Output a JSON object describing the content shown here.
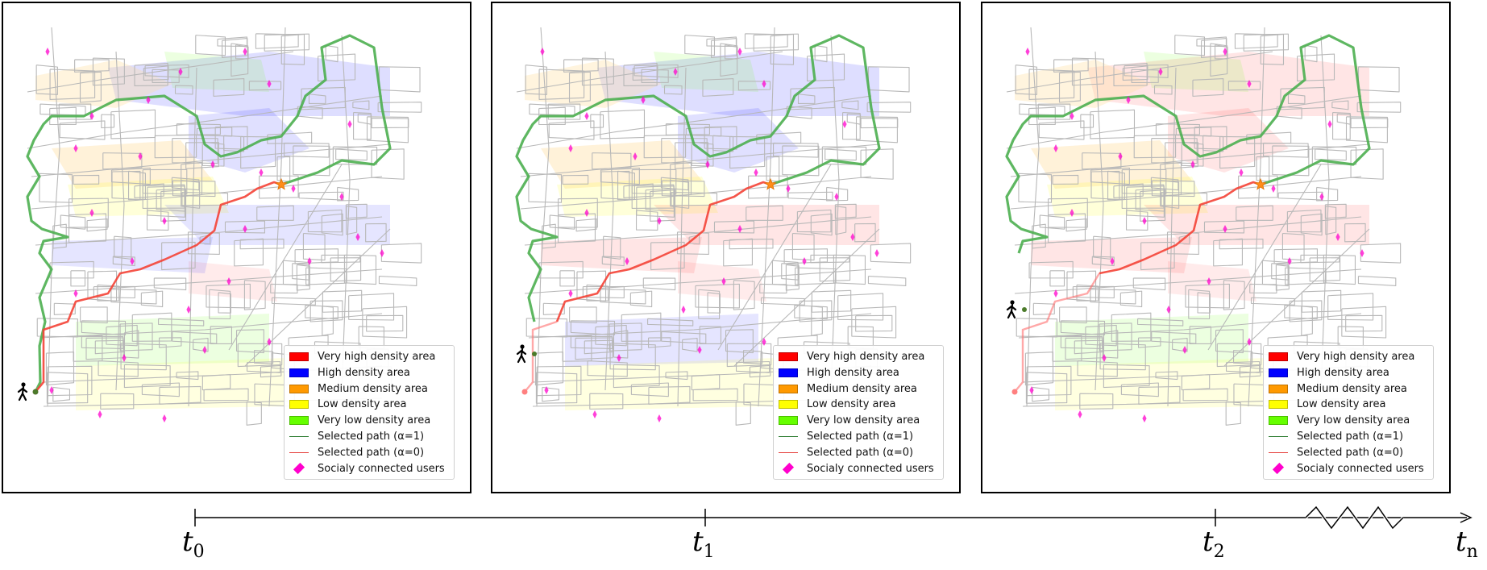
{
  "panels": [
    {
      "id": "t0"
    },
    {
      "id": "t1"
    },
    {
      "id": "t2"
    }
  ],
  "legend": {
    "items": [
      {
        "label": "Very high density area",
        "kind": "patch",
        "color": "#ff0000"
      },
      {
        "label": "High density area",
        "kind": "patch",
        "color": "#0000ff"
      },
      {
        "label": "Medium density area",
        "kind": "patch",
        "color": "#ff9900"
      },
      {
        "label": "Low density area",
        "kind": "patch",
        "color": "#ffff00"
      },
      {
        "label": "Very low density area",
        "kind": "patch",
        "color": "#66ff00"
      },
      {
        "label": "Selected path (α=1)",
        "kind": "line",
        "color": "#2e7d32"
      },
      {
        "label": "Selected path (α=0)",
        "kind": "line",
        "color": "#e53935"
      },
      {
        "label": "Socialy connected users",
        "kind": "marker",
        "color": "#ff00cc"
      }
    ]
  },
  "timeline": {
    "labels": [
      {
        "var": "t",
        "sub": "0"
      },
      {
        "var": "t",
        "sub": "1"
      },
      {
        "var": "t",
        "sub": "2"
      },
      {
        "var": "t",
        "sub": "n"
      }
    ]
  },
  "colors": {
    "street": "#b8b8b8",
    "green_path": "#4caf50",
    "green_path_dark": "#2e7d32",
    "red_path": "#f44336",
    "destination_star": "#ff8c1a",
    "user_marker": "#ff00cc"
  }
}
